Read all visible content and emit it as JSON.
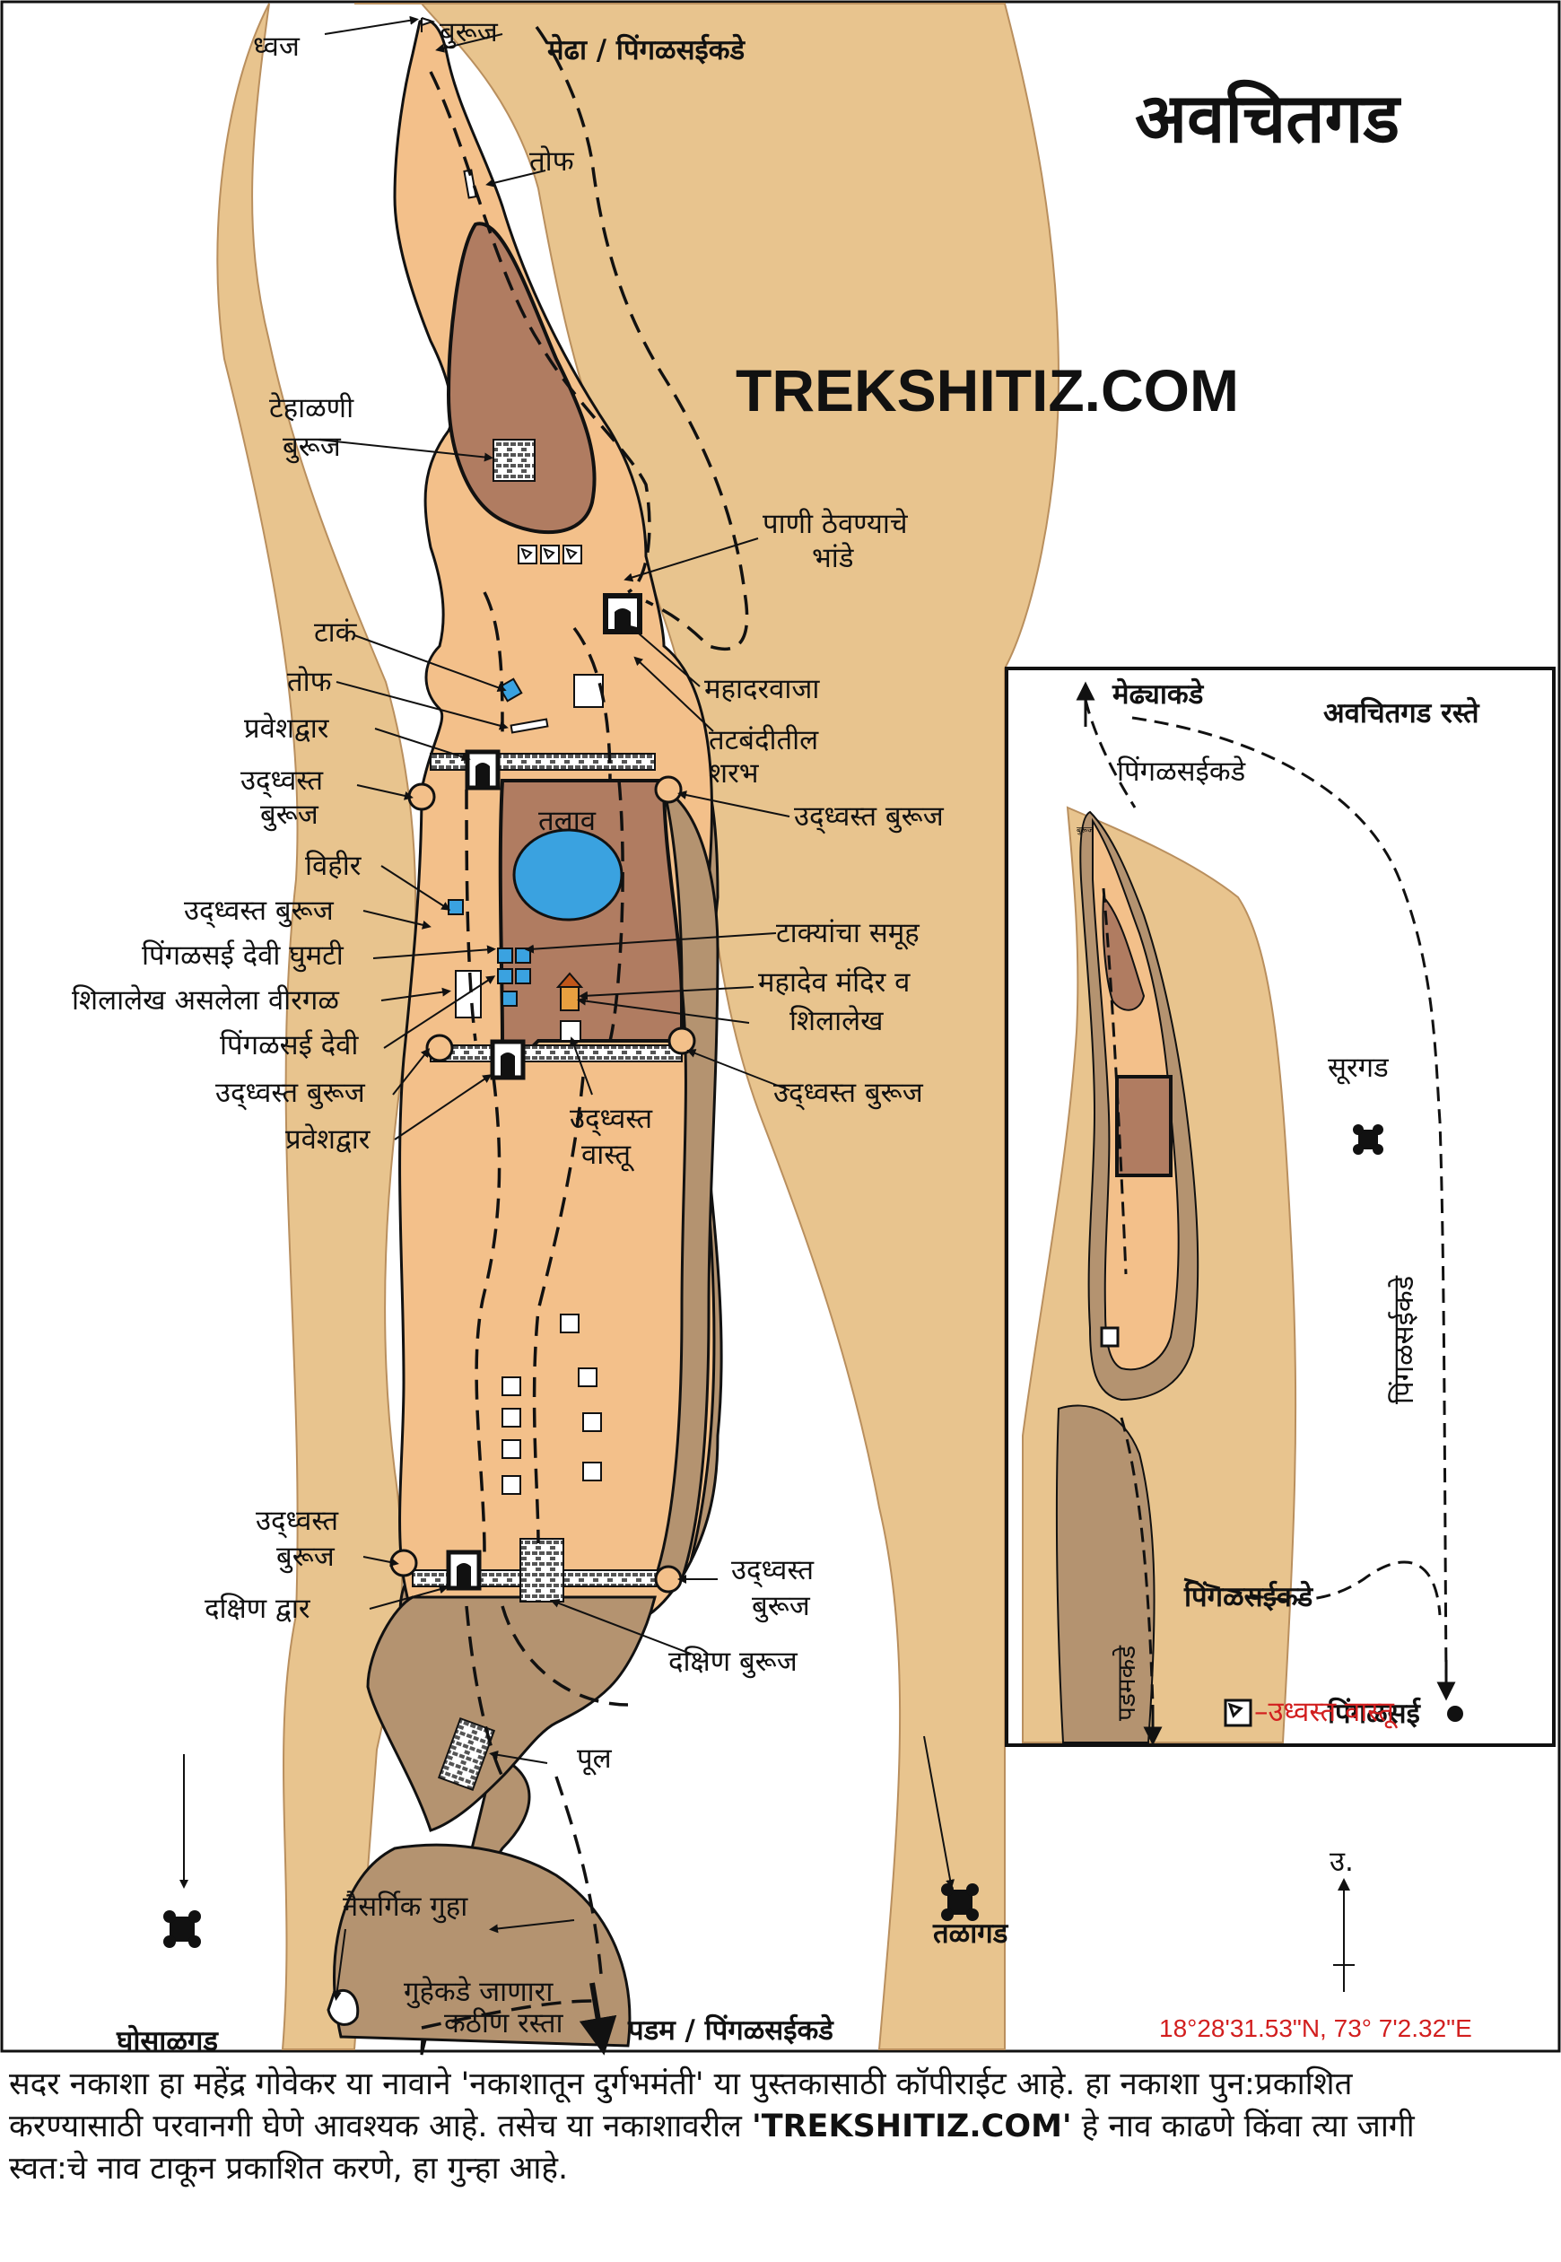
{
  "title": "अवचितगड",
  "brand": "TREKSHITIZ.COM",
  "labels": {
    "dhwaj": "ध्वज",
    "buruj_top": "बुरूज",
    "medha_top": "मेढा / पिंगळसईकडे",
    "tof1": "तोफ",
    "tehalni_1": "टेहाळणी",
    "tehalni_2": "बुरूज",
    "pani_1": "पाणी ठेवण्याचे",
    "pani_2": "भांडे",
    "taka": "टाकं",
    "tof2": "तोफ",
    "praveshdwar1": "प्रवेशद्वार",
    "udhwast_buruj1_1": "उद्ध्वस्त",
    "udhwast_buruj1_2": "बुरूज",
    "mahadarwaja": "महादरवाजा",
    "tatbandi_1": "तटबंदीतील",
    "tatbandi_2": "शरभ",
    "udhwast_buruj_r1": "उद्ध्वस्त बुरूज",
    "talav": "तलाव",
    "vihir": "विहीर",
    "udhwast_buruj2": "उद्ध्वस्त बुरूज",
    "pingalsai_ghumti": "पिंगळसई देवी घुमटी",
    "virgal": "शिलालेख असलेला वीरगळ",
    "takyancha": "टाक्यांचा समूह",
    "mahadev_1": "महादेव मंदिर व",
    "mahadev_2": "शिलालेख",
    "pingalsai_devi": "पिंगळसई देवी",
    "udhwast_buruj3": "उद्ध्वस्त बुरूज",
    "udhwast_buruj_r2": "उद्ध्वस्त बुरूज",
    "praveshdwar2": "प्रवेशद्वार",
    "udhwast_vastu_1": "उद्ध्वस्त",
    "udhwast_vastu_2": "वास्तू",
    "udhwast_buruj4_1": "उद्ध्वस्त",
    "udhwast_buruj4_2": "बुरूज",
    "dakshin_dwar": "दक्षिण द्वार",
    "udhwast_buruj5_1": "उद्ध्वस्त",
    "udhwast_buruj5_2": "बुरूज",
    "dakshin_buruj": "दक्षिण बुरूज",
    "pool": "पूल",
    "naisargik": "नैसर्गिक गुहा",
    "guhe_1": "गुहेकडे जाणारा",
    "guhe_2": "कठीण रस्ता",
    "padam": "पडम / पिंगळसईकडे",
    "ghosalgad": "घोसाळगड",
    "talagad": "तळागड"
  },
  "inset": {
    "title": "अवचितगड रस्ते",
    "medhyakade": "मेढ्याकडे",
    "pingalsaikade_top": "पिंगळसईकडे",
    "surgad": "सूरगड",
    "pingalsaikade_vertical": "पिंगळसईकडे",
    "pingalsaikade_mid": "पिंगळसईकडे",
    "pingalsai": "पिंगळसई",
    "padamkade": "पडमकडे",
    "buruj_small": "बुरूज"
  },
  "legend": {
    "label": "–उध्वस्त वास्तू",
    "north": "उ.",
    "coords": "18°28'31.53\"N, 73° 7'2.32\"E"
  },
  "colors": {
    "terrain": "#e8c48e",
    "fort": "#f3c08a",
    "plateau": "#b07c61",
    "outer_slope": "#b49370",
    "lake": "#3aa2e0",
    "legend_red": "#d21f1f"
  },
  "footer": {
    "line1": "सदर नकाशा हा महेंद्र गोवेकर या नावाने 'नकाशातून दुर्गभमंती' या पुस्तकासाठी कॉपीराईट आहे. हा नकाशा पुन:प्रकाशित",
    "line2_a": "करण्यासाठी परवानगी घेणे आवश्यक आहे. तसेच या नकाशावरील ",
    "line2_b": "'TREKSHITIZ.COM'",
    "line2_c": " हे नाव काढणे किंवा त्या जागी",
    "line3": "स्वत:चे नाव टाकून प्रकाशित करणे, हा गुन्हा आहे."
  }
}
